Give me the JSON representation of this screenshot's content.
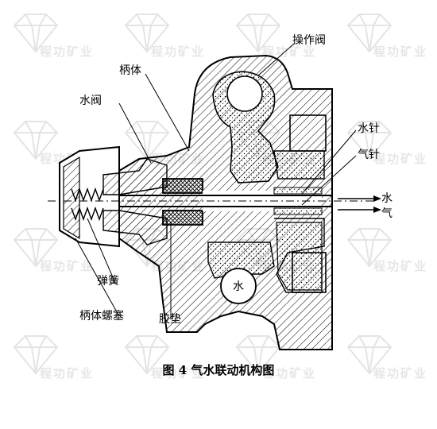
{
  "labels": {
    "handle_body": "柄体",
    "water_valve": "水阀",
    "operating_valve": "操作阀",
    "water_needle": "水针",
    "air_needle": "气针",
    "water_out": "水",
    "air_out": "气",
    "water_channel": "水",
    "spring": "弹簧",
    "handle_plug": "柄体螺塞",
    "rubber_gasket": "胶垫"
  },
  "caption": "图 4  气水联动机构图",
  "watermark": "程功矿业"
}
